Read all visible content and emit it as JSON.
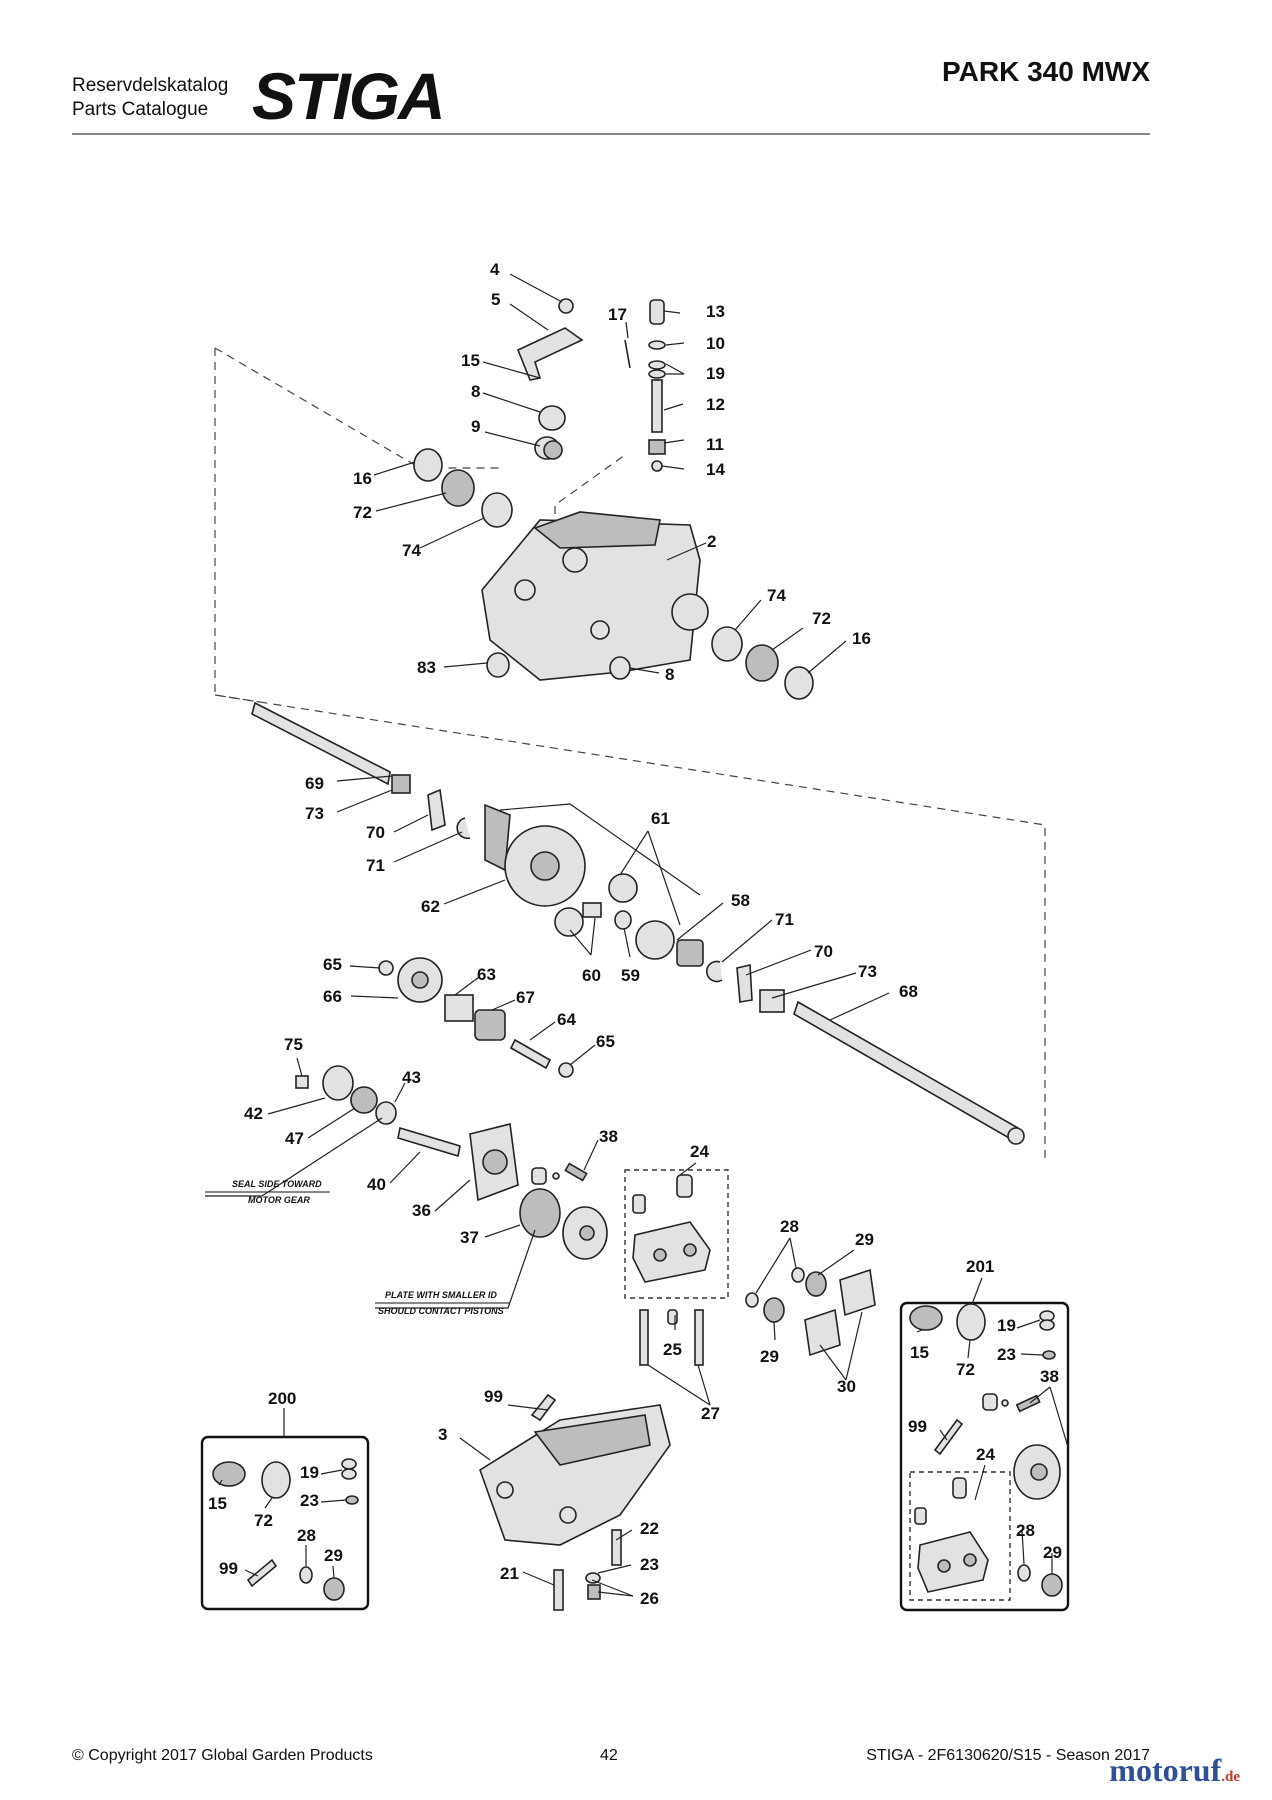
{
  "header": {
    "catalog_label_sv": "Reservdelskatalog",
    "catalog_label_en": "Parts Catalogue",
    "logo_text": "STIGA",
    "model": "PARK 340 MWX"
  },
  "diagram": {
    "callouts": [
      "4",
      "5",
      "17",
      "13",
      "10",
      "19",
      "15",
      "8",
      "12",
      "9",
      "11",
      "14",
      "16",
      "72",
      "74",
      "2",
      "74",
      "72",
      "16",
      "83",
      "8",
      "69",
      "73",
      "70",
      "71",
      "61",
      "62",
      "58",
      "71",
      "60",
      "59",
      "70",
      "73",
      "68",
      "65",
      "63",
      "66",
      "67",
      "64",
      "65",
      "75",
      "43",
      "42",
      "47",
      "40",
      "38",
      "24",
      "36",
      "37",
      "28",
      "29",
      "201",
      "19",
      "23",
      "15",
      "72",
      "38",
      "25",
      "29",
      "30",
      "27",
      "99",
      "24",
      "99",
      "3",
      "200",
      "19",
      "15",
      "72",
      "23",
      "28",
      "29",
      "99",
      "22",
      "23",
      "21",
      "26",
      "28",
      "29"
    ],
    "notes": {
      "seal_1": "SEAL SIDE TOWARD",
      "seal_2": "MOTOR GEAR",
      "plate_1": "PLATE WITH SMALLER ID",
      "plate_2": "SHOULD CONTACT PISTONS"
    }
  },
  "footer": {
    "copyright": "© Copyright 2017 Global Garden Products",
    "page_number": "42",
    "catalog_ref": "STIGA - 2F6130620/S15 - Season 2017"
  },
  "watermark": {
    "name": "motoruf",
    "tld": ".de"
  }
}
